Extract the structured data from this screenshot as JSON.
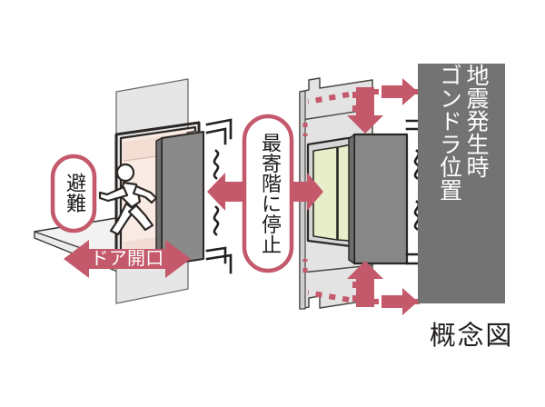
{
  "figure": {
    "caption": "概念図",
    "background_color": "#ffffff"
  },
  "banner": {
    "name": "earthquake-gondola-banner",
    "background_color": "#737373",
    "text_color": "#ffffff",
    "lines": [
      "地震発生時",
      "ゴンドラ位置"
    ]
  },
  "labels": {
    "evacuate": {
      "text": "避難",
      "outline_color": "#c4596b",
      "text_color": "#1c1a1a"
    },
    "stop_at_nearest_floor": {
      "text": "最寄階に停止",
      "outline_color": "#c4596b",
      "text_color": "#1c1a1a"
    },
    "door_opening": {
      "text": "ドア開口",
      "arrow_color": "#c4596b",
      "text_color": "#ffffff"
    }
  },
  "colors": {
    "accent_pink": "#c4596b",
    "banner_gray": "#737373",
    "door_panel_gray": "#878787",
    "wall_light_gray": "#e3e3e3",
    "wall_mid_gray": "#d9d9d9",
    "room_interior": "#f7e6e0",
    "elevator_door_green": "#e7eec9",
    "outline_dark": "#231f20",
    "figure_white": "#ffffff"
  },
  "scene": {
    "left_structure": {
      "name": "building-floor-with-open-door",
      "parts": [
        "wall-panel",
        "door-opening",
        "open-door-panel",
        "floor-slab",
        "running-person-pictogram",
        "shake-marks"
      ]
    },
    "right_structure": {
      "name": "elevator-shaft-with-gondola",
      "parts": [
        "shaft-wall",
        "elevator-doors",
        "gondola-car",
        "dashed-path-top",
        "dashed-path-bottom",
        "shake-marks"
      ]
    }
  }
}
